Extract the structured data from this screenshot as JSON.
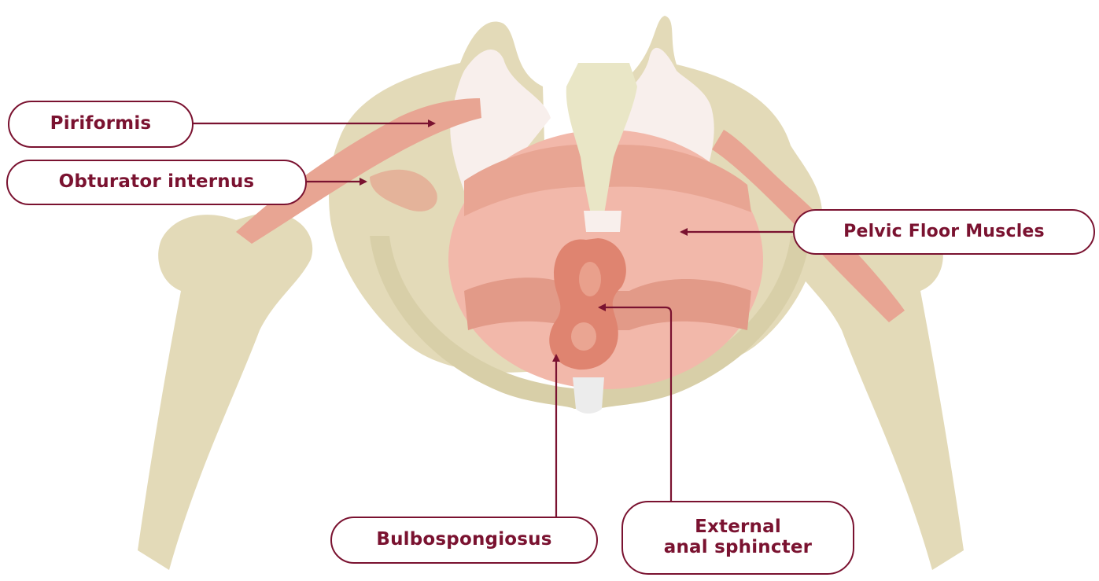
{
  "labels": {
    "piriformis": "Piriformis",
    "obturator_internus": "Obturator internus",
    "pelvic_floor_muscles": "Pelvic Floor Muscles",
    "bulbospongiosus": "Bulbospongiosus",
    "external_anal_sphincter_line1": "External",
    "external_anal_sphincter_line2": "anal sphincter"
  },
  "colors": {
    "accent": "#7a1230",
    "bone": "#e3dab8",
    "bone_light": "#f3eed8",
    "bone_pale": "#f8efec",
    "muscle": "#e8a593",
    "muscle_light": "#f2b8aa",
    "muscle_dark": "#d98070",
    "sphincter": "#df8470"
  }
}
